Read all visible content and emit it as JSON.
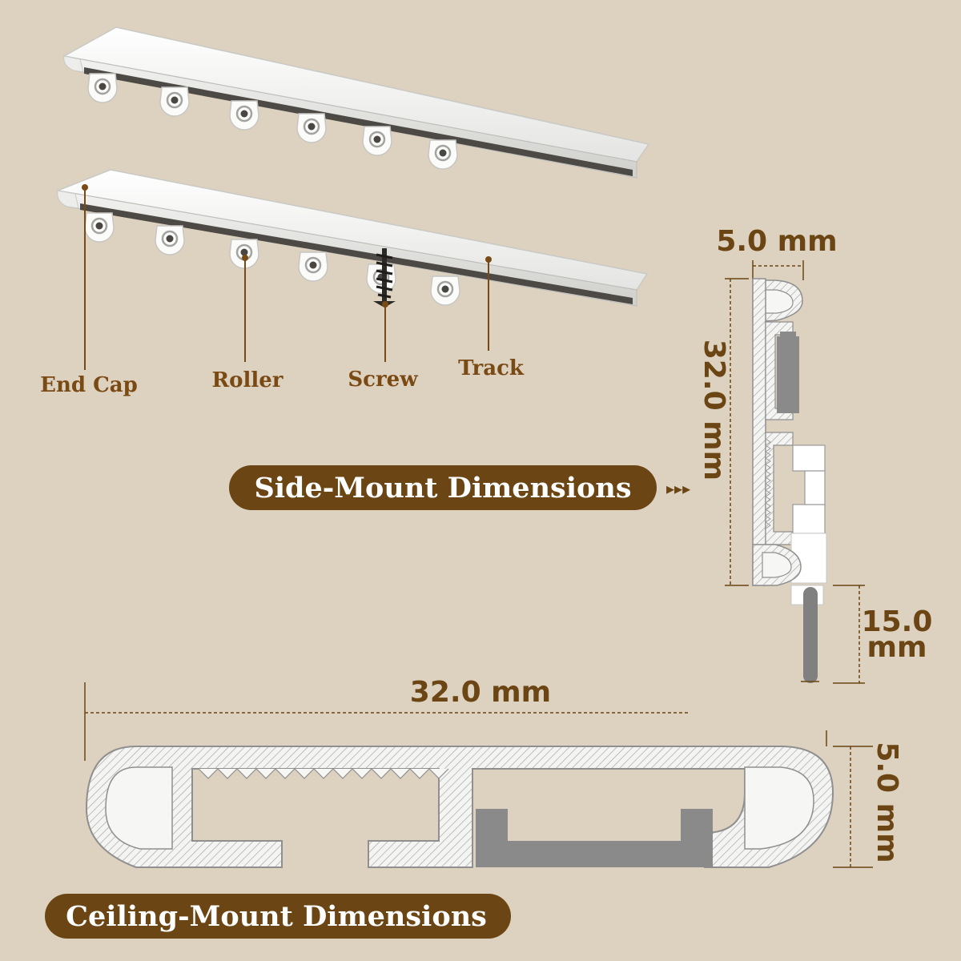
{
  "parts": {
    "end_cap": "End Cap",
    "roller": "Roller",
    "screw": "Screw",
    "track": "Track"
  },
  "side_mount": {
    "title": "Side-Mount Dimensions",
    "arrow": "▸▸▸",
    "width": "5.0 mm",
    "height": "32.0 mm",
    "hook_line1": "15.0",
    "hook_line2": "mm"
  },
  "ceiling_mount": {
    "title": "Ceiling-Mount Dimensions",
    "width": "32.0 mm",
    "height": "5.0 mm"
  },
  "colors": {
    "background": "#ddd1bf",
    "accent": "#6b4513",
    "profile_fill": "#f6f6f4",
    "profile_outline": "#9a9a9a",
    "insert": "#8a8a8a"
  }
}
